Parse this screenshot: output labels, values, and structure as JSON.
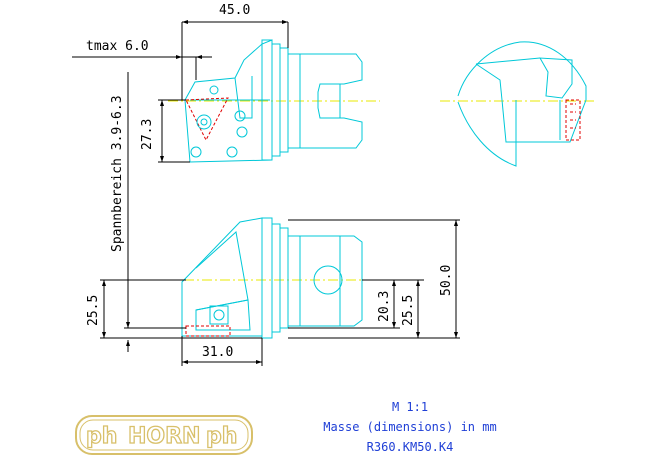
{
  "dimensions": {
    "width_top": "45.0",
    "tmax": "tmax 6.0",
    "spannbereich": "Spannbereich 3.9-6.3",
    "height_27": "27.3",
    "height_25_left": "25.5",
    "height_20": "20.3",
    "height_25_right": "25.5",
    "height_50": "50.0",
    "width_31": "31.0"
  },
  "info": {
    "scale": "M 1:1",
    "units": "Masse (dimensions) in mm",
    "part_number": "R360.KM50.K4"
  },
  "logo": {
    "brand": "HORN",
    "mark": "ph"
  },
  "colors": {
    "part_outline": "#00c8d8",
    "dimension": "#000000",
    "hidden_red": "#e00000",
    "centerline": "#e8e800",
    "info_text": "#1f3fd6",
    "logo": "#d8c06a"
  }
}
